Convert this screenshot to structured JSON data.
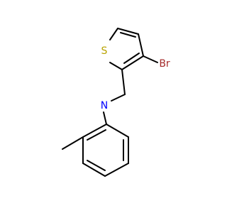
{
  "molecule": {
    "atoms": {
      "sulfur": {
        "label": "S",
        "color": "#b8a200"
      },
      "bromine": {
        "label": "Br",
        "color": "#a52a2a"
      },
      "nitrogen": {
        "label": "N",
        "color": "#0000ff"
      }
    },
    "bond_color": "#000000",
    "background": "#ffffff"
  }
}
